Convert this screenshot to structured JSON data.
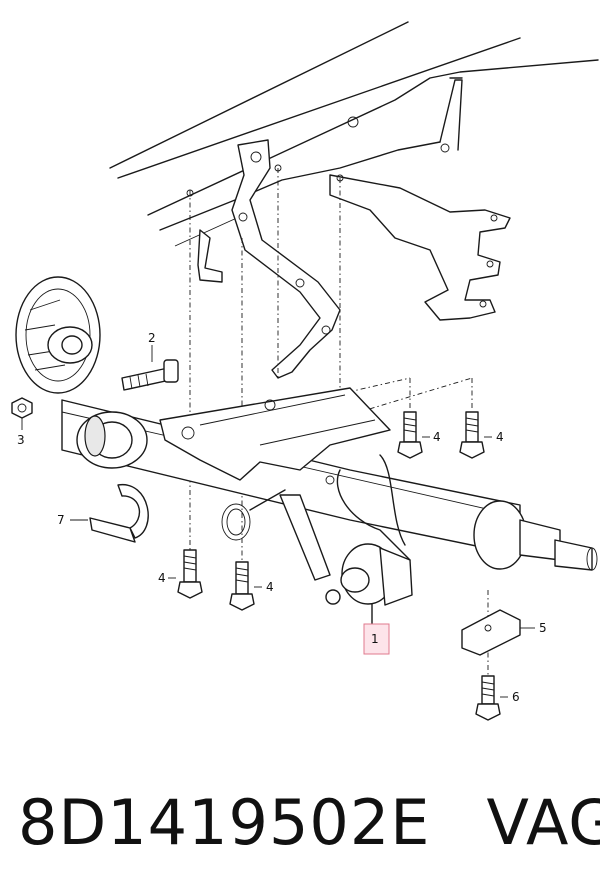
{
  "diagram": {
    "callouts": [
      {
        "id": "callout-1",
        "label": "1",
        "highlighted": true
      },
      {
        "id": "callout-2",
        "label": "2"
      },
      {
        "id": "callout-3",
        "label": "3"
      },
      {
        "id": "callout-4a",
        "label": "4"
      },
      {
        "id": "callout-4b",
        "label": "4"
      },
      {
        "id": "callout-4c",
        "label": "4"
      },
      {
        "id": "callout-4d",
        "label": "4"
      },
      {
        "id": "callout-5",
        "label": "5"
      },
      {
        "id": "callout-6",
        "label": "6"
      },
      {
        "id": "callout-7",
        "label": "7"
      }
    ],
    "highlight_color": "#fde4ea"
  },
  "caption": {
    "part_number": "8D1419502E",
    "manufacturer": "VAG"
  }
}
